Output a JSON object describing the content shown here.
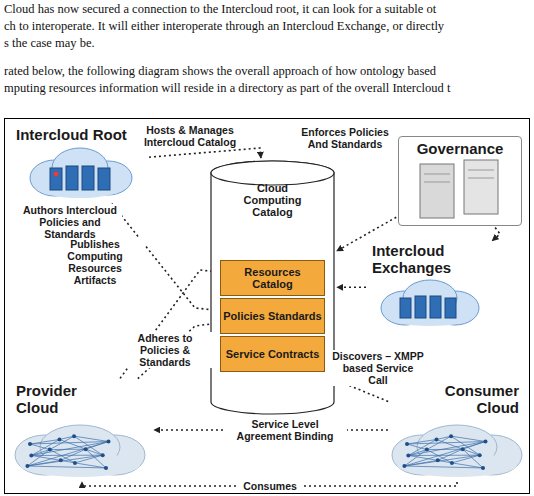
{
  "diagram": {
    "nodes": [
      {
        "text": [
          "Intercloud Root"
        ]
      },
      {
        "text": [
          "Governance"
        ]
      },
      {
        "text": [
          "Cloud Computing Catalog"
        ]
      },
      {
        "text": [
          "Resources Catalog"
        ],
        "in": 2
      },
      {
        "text": [
          "Policies Standards"
        ],
        "in": 2
      },
      {
        "text": [
          "Service Contracts"
        ],
        "in": 2
      },
      {
        "text": [
          "Intercloud Exchanges"
        ]
      },
      {
        "text": [
          "Provider Cloud"
        ]
      },
      {
        "text": [
          "Consumer Cloud"
        ]
      }
    ],
    "edges": [
      {
        "from": 0,
        "to": 2,
        "arrow": "to",
        "label": "Hosts & Manages Intercloud Catalog"
      },
      {
        "from": 1,
        "to": 2,
        "arrow": "to",
        "label": "Enforces Policies And Standards"
      },
      {
        "from": 0,
        "to": 4,
        "arrow": "to",
        "label": "Authors Intercloud Policies and Standards"
      },
      {
        "from": 7,
        "to": 3,
        "arrow": "to",
        "label": "Publishes Computing Resources Artifacts"
      },
      {
        "from": 7,
        "to": 4,
        "arrow": "to",
        "label": "Adheres to Policies & Standards"
      },
      {
        "from": 8,
        "to": 5,
        "arrow": "to",
        "label": "Discovers – XMPP based Service Call"
      },
      {
        "from": 8,
        "to": 7,
        "arrow": "to",
        "label": "Service Level Agreement Binding"
      },
      {
        "from": 8,
        "to": 7,
        "arrow": "to",
        "label": "Consumes"
      },
      {
        "from": 6,
        "to": 2,
        "arrow": "to"
      },
      {
        "from": 1,
        "to": 6,
        "arrow": "to"
      }
    ],
    "labels": [
      "Cloud has now secured a connection to the Intercloud root, it can look for a suitable ot",
      "ch to interoperate. It will either interoperate through an Intercloud Exchange, or directly",
      "s the case may be.",
      "rated below, the following diagram shows the overall approach of how ontology based",
      "mputing resources information will reside in a directory as part of the overall Intercloud t"
    ]
  }
}
